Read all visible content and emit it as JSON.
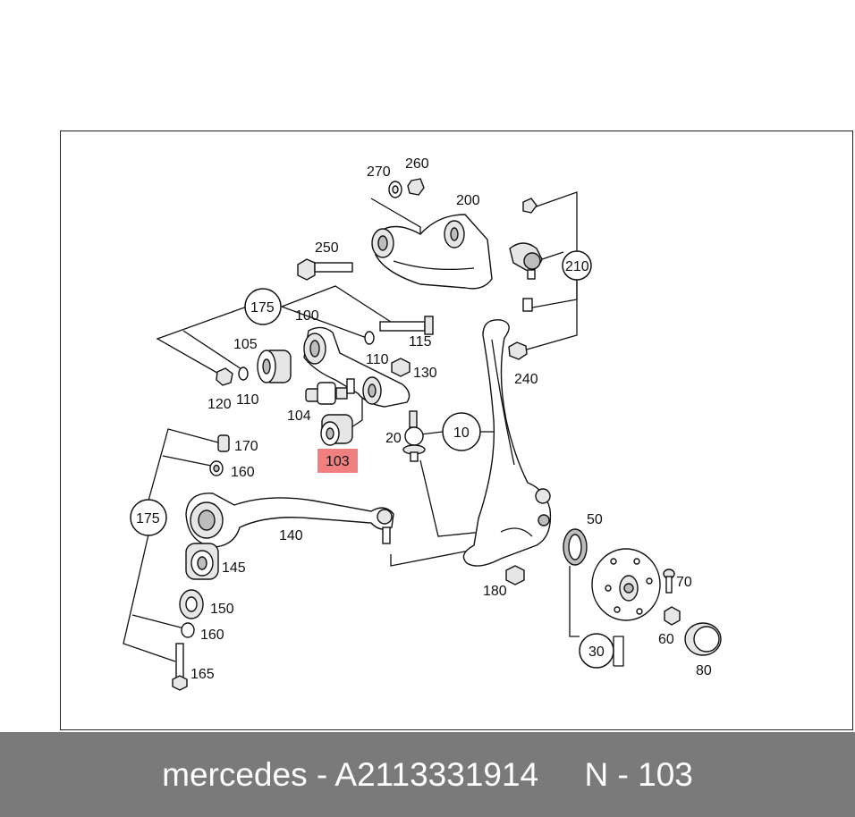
{
  "footer": {
    "text": "mercedes - A2113331914     N - 103"
  },
  "highlight": {
    "color": "#f08080",
    "label": "103"
  },
  "labels": {
    "p270": "270",
    "p260": "260",
    "p200": "200",
    "p250": "250",
    "p210": "210",
    "p175a": "175",
    "p100": "100",
    "p105": "105",
    "p115": "115",
    "p110a": "110",
    "p130": "130",
    "p120": "120",
    "p110b": "110",
    "p104": "104",
    "p20": "20",
    "p10": "10",
    "p170": "170",
    "p160a": "160",
    "p175b": "175",
    "p140": "140",
    "p145": "145",
    "p150": "150",
    "p160b": "160",
    "p165": "165",
    "p240": "240",
    "p50": "50",
    "p180": "180",
    "p70": "70",
    "p60": "60",
    "p30": "30",
    "p80": "80"
  }
}
